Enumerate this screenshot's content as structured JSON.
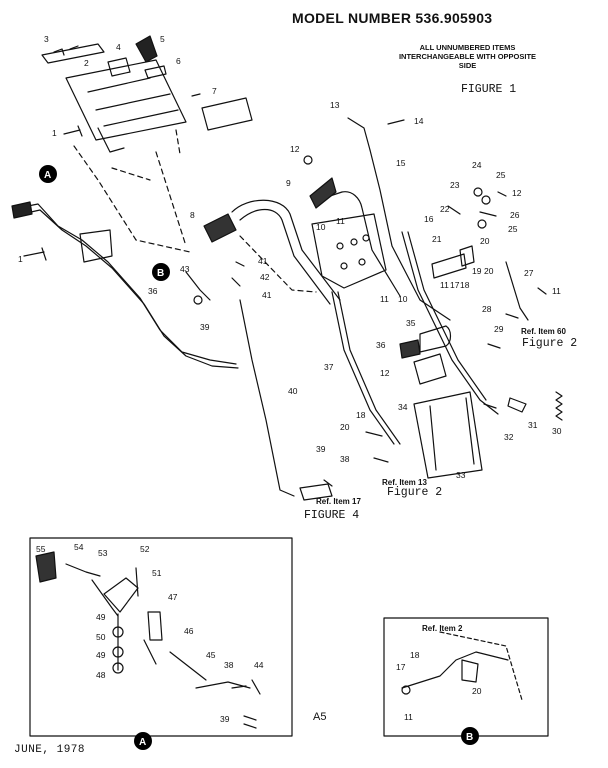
{
  "header": {
    "model_number": "MODEL NUMBER 536.905903",
    "note": "ALL UNNUMBERED ITEMS INTERCHANGEABLE WITH OPPOSITE SIDE"
  },
  "figures": {
    "figure1": "FIGURE 1",
    "figure2_right": "Figure 2",
    "figure2_center": "Figure 2",
    "figure4": "FIGURE 4"
  },
  "refs": {
    "ref_item_60": "Ref. Item 60",
    "ref_item_13": "Ref. Item 13",
    "ref_item_17": "Ref. Item 17",
    "ref_item_2": "Ref. Item 2"
  },
  "callouts": {
    "a_top": "A",
    "b_main": "B",
    "a_inset": "A",
    "b_inset": "B"
  },
  "page_code": "A5",
  "footer_date": "JUNE, 1978",
  "part_numbers": [
    "1",
    "2",
    "3",
    "4",
    "5",
    "6",
    "7",
    "8",
    "9",
    "10",
    "11",
    "12",
    "13",
    "14",
    "15",
    "16",
    "17",
    "18",
    "19",
    "20",
    "21",
    "22",
    "23",
    "24",
    "25",
    "26",
    "27",
    "28",
    "29",
    "30",
    "31",
    "32",
    "33",
    "34",
    "35",
    "36",
    "37",
    "38",
    "39",
    "40",
    "41",
    "42",
    "43",
    "44",
    "45",
    "46",
    "47",
    "48",
    "49",
    "50",
    "51",
    "52",
    "53",
    "54",
    "55"
  ]
}
